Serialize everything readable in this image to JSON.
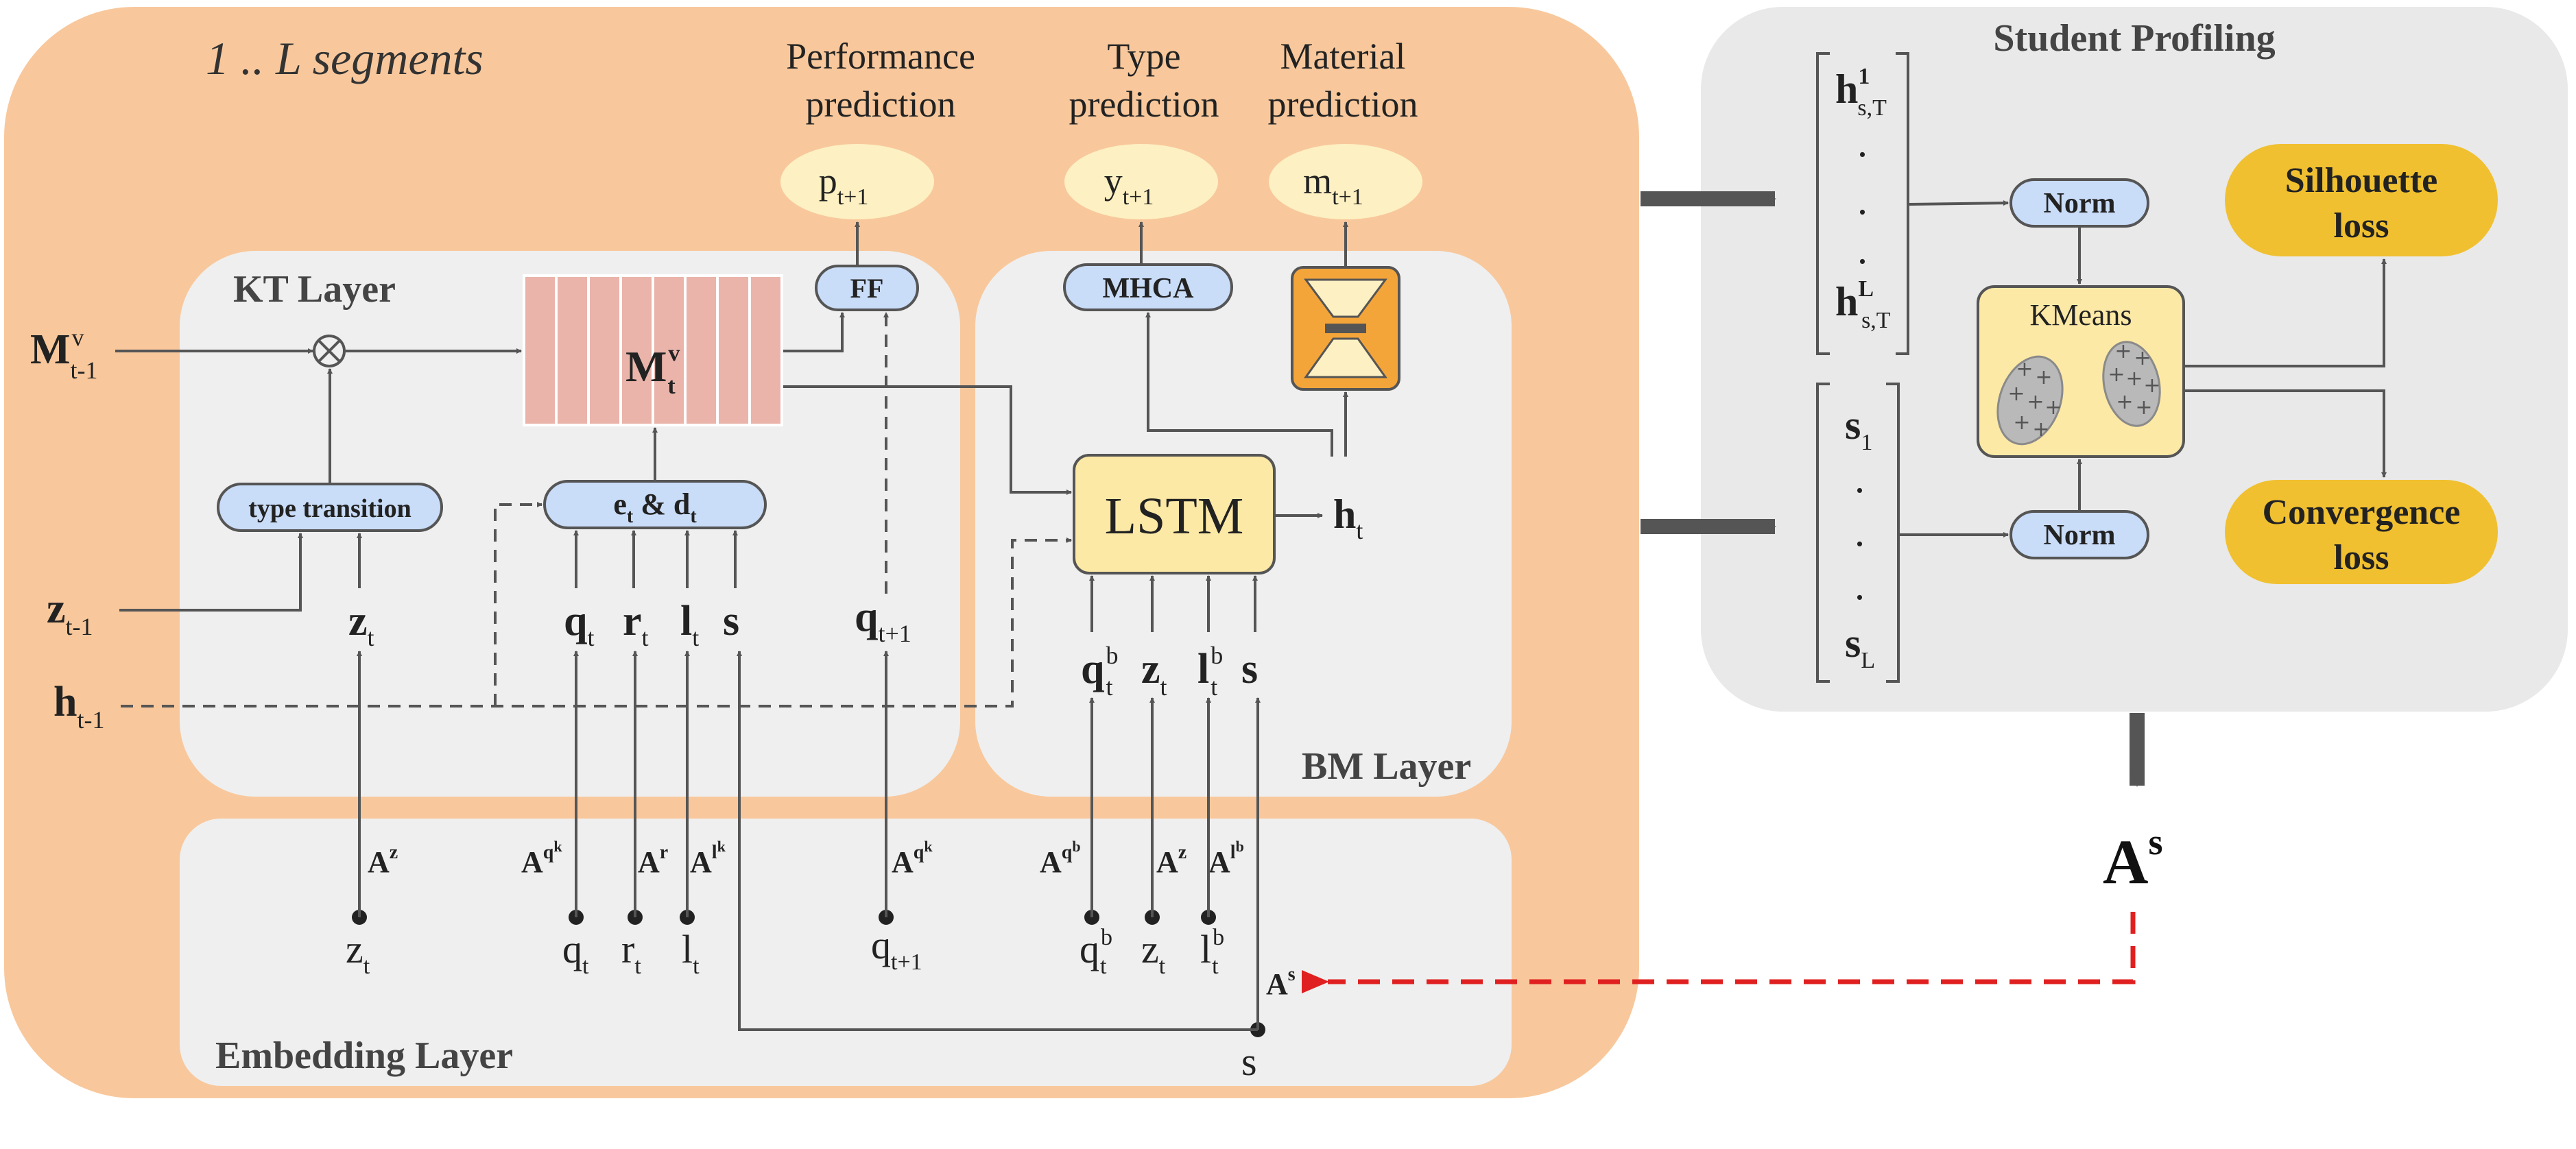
{
  "colors": {
    "outer_panel": "#f8c89c",
    "inner_panel": "#efefef",
    "profiling_panel": "#e9e9e9",
    "pill_fill": "#c9dcf8",
    "lstm_fill": "#fde9a6",
    "loss_fill": "#f0c030",
    "memory_fill": "#eab4ab",
    "decoder_fill": "#f4a53a",
    "prediction_oval": "#fdf0c2",
    "feedback_arrow": "#e02020"
  },
  "icons": {
    "multiply": "circled-times-icon",
    "decoder": "hourglass-decoder-icon",
    "clusters": "scatter-cluster-icon"
  },
  "header": {
    "segments": "1 .. L segments"
  },
  "panels": {
    "kt_layer": "KT Layer",
    "bm_layer": "BM Layer",
    "embedding_layer": "Embedding Layer",
    "student_profiling": "Student Profiling"
  },
  "predictions": {
    "performance_line1": "Performance",
    "performance_line2": "prediction",
    "type_line1": "Type",
    "type_line2": "prediction",
    "material_line1": "Material",
    "material_line2": "prediction",
    "p_main": "p",
    "p_sub": "t+1",
    "y_main": "y",
    "y_sub": "t+1",
    "m_main": "m",
    "m_sub": "t+1"
  },
  "modules": {
    "ff": "FF",
    "mhca": "MHCA",
    "type_transition": "type transition",
    "ed_e": "e",
    "ed_e_sub": "t",
    "ed_amp": " & ",
    "ed_d": "d",
    "ed_d_sub": "t",
    "lstm": "LSTM",
    "memory_main": "M",
    "memory_sup": "v",
    "memory_sub": "t",
    "norm_top": "Norm",
    "norm_bottom": "Norm",
    "kmeans": "KMeans",
    "silhouette_line1": "Silhouette",
    "silhouette_line2": "loss",
    "convergence_line1": "Convergence",
    "convergence_line2": "loss"
  },
  "left_inputs": {
    "m_prev_main": "M",
    "m_prev_sup": "v",
    "m_prev_sub": "t-1",
    "z_prev_main": "z",
    "z_prev_sub": "t-1",
    "h_prev_main": "h",
    "h_prev_sub": "t-1"
  },
  "kt_inputs": {
    "z_main": "z",
    "z_sub": "t",
    "q_main": "q",
    "q_sub": "t",
    "r_main": "r",
    "r_sub": "t",
    "l_main": "l",
    "l_sub": "t",
    "s": "s",
    "q_next_main": "q",
    "q_next_sub": "t+1"
  },
  "bm_inputs": {
    "qb_main": "q",
    "qb_sup": "b",
    "qb_sub": "t",
    "z_main": "z",
    "z_sub": "t",
    "lb_main": "l",
    "lb_sup": "b",
    "lb_sub": "t",
    "s": "s",
    "h_out_main": "h",
    "h_out_sub": "t"
  },
  "embedding_matrices": {
    "a_z_main": "A",
    "a_z_sup": "z",
    "a_qk_main": "A",
    "a_qk_sup": "q",
    "a_qk_supsup": "k",
    "a_r_main": "A",
    "a_r_sup": "r",
    "a_lk_main": "A",
    "a_lk_sup": "l",
    "a_lk_supsup": "k",
    "a_qk2_main": "A",
    "a_qk2_sup": "q",
    "a_qk2_supsup": "k",
    "a_qb_main": "A",
    "a_qb_sup": "q",
    "a_qb_supsup": "b",
    "a_z2_main": "A",
    "a_z2_sup": "z",
    "a_lb_main": "A",
    "a_lb_sup": "l",
    "a_lb_supsup": "b",
    "a_s_main": "A",
    "a_s_sup": "s"
  },
  "embedding_inputs": {
    "z_main": "z",
    "z_sub": "t",
    "q_main": "q",
    "q_sub": "t",
    "r_main": "r",
    "r_sub": "t",
    "l_main": "l",
    "l_sub": "t",
    "q_next_main": "q",
    "q_next_sub": "t+1",
    "qb_main": "q",
    "qb_sup": "b",
    "qb_sub": "t",
    "z2_main": "z",
    "z2_sub": "t",
    "lb_main": "l",
    "lb_sup": "b",
    "lb_sub": "t",
    "s": "s"
  },
  "profiling": {
    "h_first_main": "h",
    "h_first_sup": "1",
    "h_first_sub": "s,T",
    "h_last_main": "h",
    "h_last_sup": "L",
    "h_last_sub": "s,T",
    "dot": ".",
    "s_first_main": "s",
    "s_first_sub": "1",
    "s_last_main": "s",
    "s_last_sub": "L",
    "output_main": "A",
    "output_sup": "s"
  }
}
